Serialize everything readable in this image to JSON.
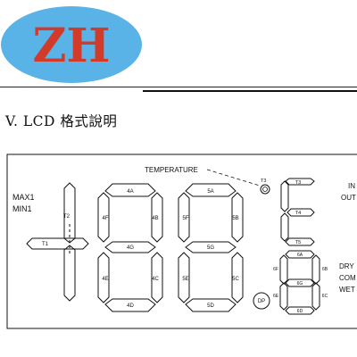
{
  "logo": {
    "text": "ZH",
    "fill": "#5ab3e6",
    "text_color": "#d23a2a"
  },
  "section_title": "V. LCD 格式說明",
  "lcd": {
    "temperature_label": "TEMPERATURE",
    "left_labels": [
      "MAX1",
      "MIN1"
    ],
    "right_labels": [
      "IN",
      "OUT",
      "DRY",
      "COM",
      "WET"
    ],
    "t_labels": {
      "t1": "T1",
      "t2": "T2",
      "t3": "T3",
      "t4": "T4",
      "t5": "T5",
      "t3_icon": "T3"
    },
    "digit4": {
      "a": "4A",
      "b": "4B",
      "c": "4C",
      "d": "4D",
      "e": "4E",
      "f": "4F",
      "g": "4G"
    },
    "digit5": {
      "a": "5A",
      "b": "5B",
      "c": "5C",
      "d": "5D",
      "e": "5E",
      "f": "5F",
      "g": "5G"
    },
    "digit6": {
      "a": "6A",
      "b": "6B",
      "c": "6C",
      "d": "6D",
      "e": "6E",
      "f": "6F",
      "g": "6G"
    },
    "dp_label": "DP"
  }
}
